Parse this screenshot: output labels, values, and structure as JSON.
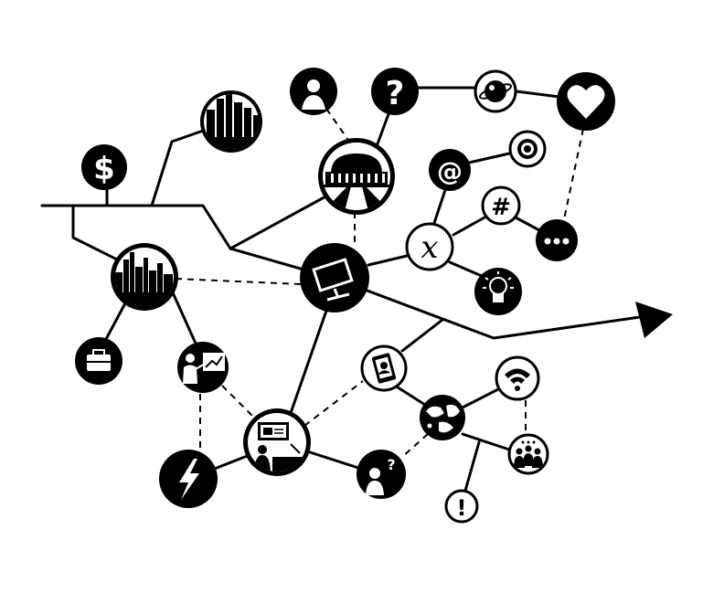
{
  "diagram": {
    "stroke_color": "#000000",
    "fill_color": "#000000",
    "background": "#ffffff",
    "nodes": [
      {
        "id": "dollar",
        "icon": "dollar-icon",
        "glyph": "$",
        "style": "dark"
      },
      {
        "id": "city-top",
        "icon": "city-skyline-icon",
        "style": "dark-ring"
      },
      {
        "id": "person-top",
        "icon": "person-icon",
        "style": "dark"
      },
      {
        "id": "question",
        "icon": "question-icon",
        "glyph": "?",
        "style": "dark"
      },
      {
        "id": "planet",
        "icon": "planet-icon",
        "style": "light"
      },
      {
        "id": "heart",
        "icon": "heart-icon",
        "style": "dark"
      },
      {
        "id": "building",
        "icon": "building-icon",
        "style": "dark-ring"
      },
      {
        "id": "at",
        "icon": "at-icon",
        "glyph": "@",
        "style": "dark"
      },
      {
        "id": "target",
        "icon": "target-icon",
        "style": "light"
      },
      {
        "id": "hash",
        "icon": "hash-icon",
        "glyph": "#",
        "style": "light"
      },
      {
        "id": "dots",
        "icon": "more-dots-icon",
        "style": "dark"
      },
      {
        "id": "x",
        "icon": "x-symbol-icon",
        "glyph": "x",
        "style": "light"
      },
      {
        "id": "monitor",
        "icon": "monitor-icon",
        "style": "dark"
      },
      {
        "id": "bulb",
        "icon": "lightbulb-icon",
        "style": "dark"
      },
      {
        "id": "city-left",
        "icon": "city-skyline-icon",
        "style": "dark-ring"
      },
      {
        "id": "briefcase",
        "icon": "briefcase-icon",
        "style": "dark"
      },
      {
        "id": "presenter",
        "icon": "presenter-icon",
        "style": "dark"
      },
      {
        "id": "phone",
        "icon": "phone-icon",
        "style": "light"
      },
      {
        "id": "wifi",
        "icon": "wifi-icon",
        "style": "light"
      },
      {
        "id": "globe",
        "icon": "globe-icon",
        "style": "dark"
      },
      {
        "id": "crowd",
        "icon": "crowd-icon",
        "style": "light"
      },
      {
        "id": "meeting",
        "icon": "meeting-icon",
        "style": "dark-ring"
      },
      {
        "id": "bolt",
        "icon": "lightning-icon",
        "style": "dark"
      },
      {
        "id": "thinker",
        "icon": "thinking-person-icon",
        "style": "dark"
      },
      {
        "id": "exclaim",
        "icon": "exclamation-icon",
        "glyph": "!",
        "style": "light"
      }
    ]
  }
}
